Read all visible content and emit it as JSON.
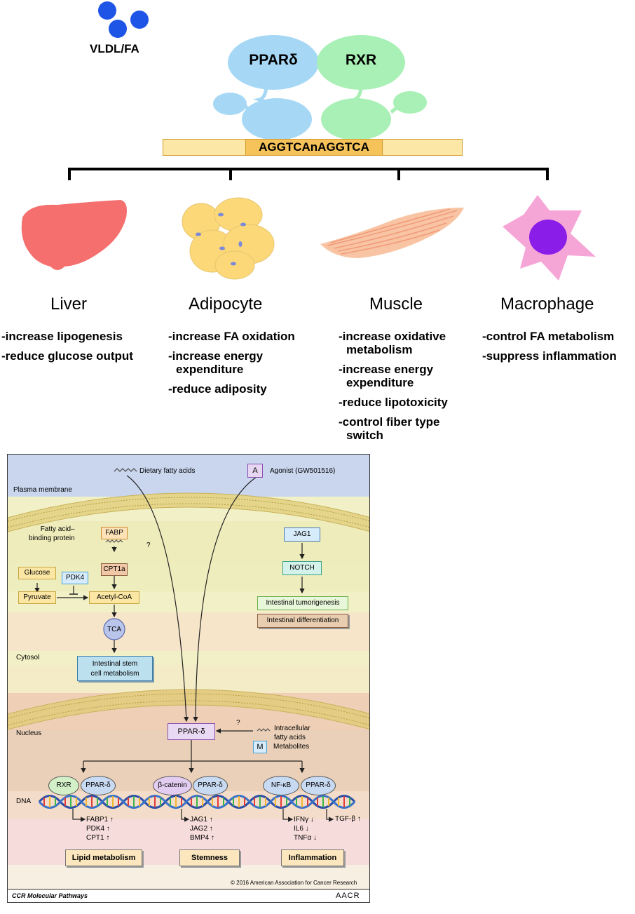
{
  "top": {
    "ligand_label": "VLDL/FA",
    "receptor_label": "PPARδ",
    "partner_label": "RXR",
    "response_element": "AGGTCAnAGGTCA"
  },
  "tissues": [
    {
      "name": "Liver",
      "effects": [
        "-increase lipogenesis",
        "-reduce glucose output"
      ]
    },
    {
      "name": "Adipocyte",
      "effects": [
        "-increase FA oxidation",
        "-increase energy",
        "expenditure",
        "-reduce adiposity"
      ]
    },
    {
      "name": "Muscle",
      "effects": [
        "-increase oxidative",
        "metabolism",
        "-increase energy",
        "expenditure",
        "-reduce lipotoxicity",
        "-control fiber type",
        "switch"
      ]
    },
    {
      "name": "Macrophage",
      "effects": [
        "-control FA metabolism",
        "-suppress inflammation"
      ]
    }
  ],
  "pathway": {
    "dietary_fatty_acids": "Dietary fatty acids",
    "agonist_letter": "A",
    "agonist_label": "Agonist (GW501516)",
    "plasma_membrane": "Plasma membrane",
    "fabp_desc_1": "Fatty acid–",
    "fabp_desc_2": "binding protein",
    "fabp": "FABP",
    "question": "?",
    "cpt1a": "CPT1a",
    "glucose": "Glucose",
    "pdk4": "PDK4",
    "pyruvate": "Pyruvate",
    "acetyl_coa": "Acetyl-CoA",
    "tca": "TCA",
    "cytosol": "Cytosol",
    "stem_cell_1": "Intestinal stem",
    "stem_cell_2": "cell metabolism",
    "jag1": "JAG1",
    "notch": "NOTCH",
    "tumorigenesis": "Intestinal tumorigenesis",
    "differentiation": "Intestinal differentiation",
    "nucleus": "Nucleus",
    "ppar_delta": "PPAR-δ",
    "intracellular_1": "Intracellular",
    "intracellular_2": "fatty acids",
    "metabolite_letter": "M",
    "metabolites": "Metabolites",
    "rxr": "RXR",
    "beta_catenin": "β-catenin",
    "nfkb": "NF-κB",
    "dna": "DNA",
    "genes_1": [
      "FABP1 ↑",
      "PDK4 ↑",
      "CPT1 ↑"
    ],
    "genes_2": [
      "JAG1 ↑",
      "JAG2 ↑",
      "BMP4 ↑"
    ],
    "genes_3": [
      "IFNγ ↓",
      "IL6 ↓",
      "TNFα ↓"
    ],
    "tgf": "TGF-β ↑",
    "lipid_metabolism": "Lipid metabolism",
    "stemness": "Stemness",
    "inflammation": "Inflammation",
    "copyright": "© 2016 American Association for Cancer Research",
    "journal": "CCR Molecular Pathways",
    "publisher": "AACR"
  },
  "colors": {
    "ppar": "#a6d8f6",
    "rxr": "#a8f0b5",
    "liver": "#f46f6d",
    "adipocyte": "#fcd878",
    "muscle": "#f8c4a4",
    "macrophage": "#f6a6d6",
    "nucleus_core": "#8a1de8"
  }
}
